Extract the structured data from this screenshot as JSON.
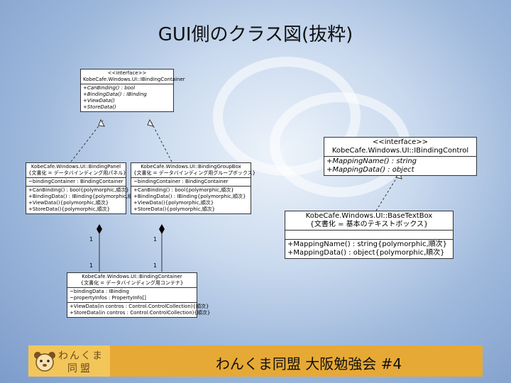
{
  "slide": {
    "title": "GUI側のクラス図(抜粋)"
  },
  "classes": {
    "ibinding_container": {
      "stereotype": "<<interface>>",
      "name": "KobeCafe.Windows.UI::IBindingContainer",
      "operations": [
        "+CanBinding() : bool",
        "+BindingData() : IBinding",
        "+ViewData()",
        "+StoreData()"
      ]
    },
    "ibinding_control": {
      "stereotype": "<<interface>>",
      "name": "KobeCafe.Windows.UI::IBindingControl",
      "operations": [
        "+MappingName() : string",
        "+MappingData() : object"
      ]
    },
    "binding_panel": {
      "name": "KobeCafe.Windows.UI::BindingPanel",
      "doc": "{文書化 = データバインディング用パネル}",
      "attributes": [
        "~bindingContainer : BindingContainer"
      ],
      "operations": [
        "+CanBinding() : bool{polymorphic,順次}",
        "+BindingData() : IBinding{polymorphic,順次}",
        "+ViewData(){polymorphic,順次}",
        "+StoreData(){polymorphic,順次}"
      ]
    },
    "binding_group_box": {
      "name": "KobeCafe.Windows.UI::BindingGroupBox",
      "doc": "{文書化 = データバインディング用グループボックス}",
      "attributes": [
        "~bindingContainer : BindingContainer"
      ],
      "operations": [
        "+CanBinding() : bool{polymorphic,順次}",
        "+BindingData() : IBinding{polymorphic,順次}",
        "+ViewData(){polymorphic,順次}",
        "+StoreData(){polymorphic,順次}"
      ]
    },
    "base_text_box": {
      "name": "KobeCafe.Windows.UI::BaseTextBox",
      "doc": "{文書化 = 基本のテキストボックス}",
      "operations": [
        "+MappingName() : string{polymorphic,順次}",
        "+MappingData() : object{polymorphic,順次}"
      ]
    },
    "binding_container": {
      "name": "KobeCafe.Windows.UI::BindingContainer",
      "doc": "{文書化 = データバインディング用コンテナ}",
      "attributes": [
        "~bindingData : IBinding",
        "~propertyInfos : PropertyInfo[]"
      ],
      "operations": [
        "+ViewData(in contros : Control.ControlCollection){順次}",
        "+StoreData(in contros : Control.ControlCollection){順次}"
      ]
    }
  },
  "multiplicities": [
    "1",
    "1",
    "1",
    "1"
  ],
  "footer": {
    "logo_line1": "わんくま",
    "logo_line2": "同盟",
    "text": "わんくま同盟 大阪勉強会 #4"
  },
  "colors": {
    "footer_bar": "#e7a935",
    "background": "#9fb9dc"
  }
}
